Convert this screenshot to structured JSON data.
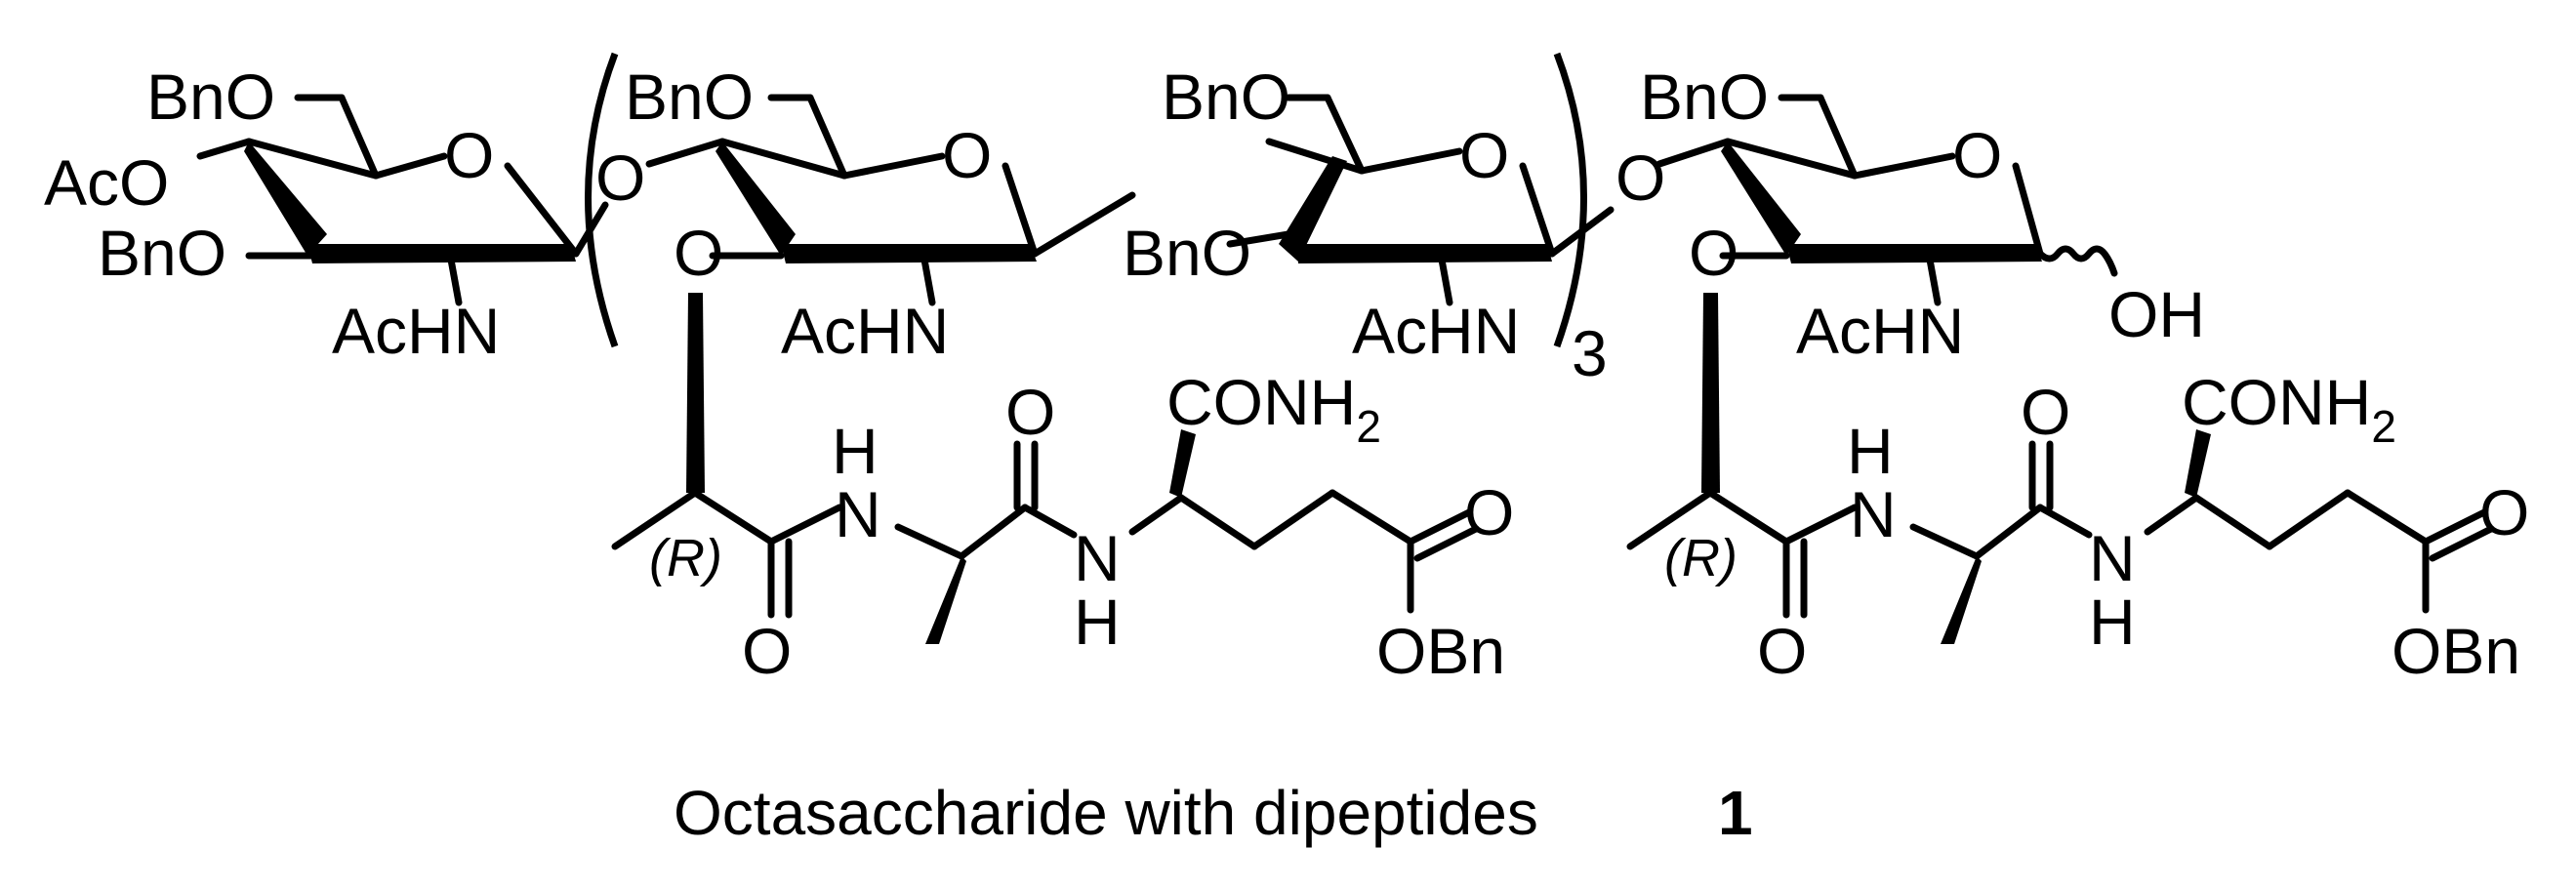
{
  "caption": {
    "text": "Octasaccharide with dipeptides",
    "compound_number": "1"
  },
  "labels": {
    "BnO": "BnO",
    "AcO": "AcO",
    "O": "O",
    "AcHN": "AcHN",
    "OH": "OH",
    "H": "H",
    "N": "N",
    "OBn": "OBn",
    "CONH": "CONH",
    "sub2": "2",
    "R": "(R)",
    "repeat": "3"
  }
}
